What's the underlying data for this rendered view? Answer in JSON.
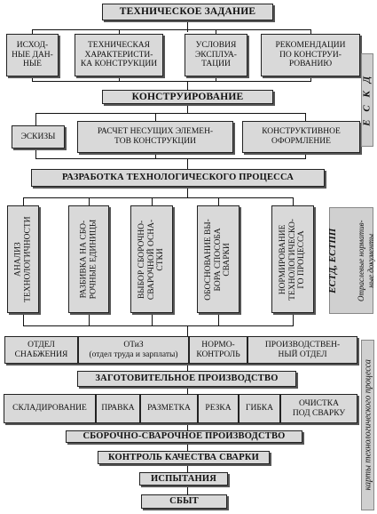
{
  "title": "ТЕХНИЧЕСКОЕ ЗАДАНИЕ",
  "row1": [
    "ИСХОД-\nНЫЕ ДАН-\nНЫЕ",
    "ТЕХНИЧЕСКАЯ\nХАРАКТЕРИСТИ-\nКА КОНСТРУКЦИИ",
    "УСЛОВИЯ\nЭКСПЛУА-\nТАЦИИ",
    "РЕКОМЕНДАЦИИ\nПО КОНСТРУИ-\nРОВАНИЮ"
  ],
  "design": "КОНСТРУИРОВАНИЕ",
  "row2": [
    "ЭСКИЗЫ",
    "РАСЧЕТ НЕСУЩИХ ЭЛЕМЕН-\nТОВ КОНСТРУКЦИИ",
    "КОНСТРУКТИВНОЕ\nОФОРМЛЕНИЕ"
  ],
  "process": "РАЗРАБОТКА ТЕХНОЛОГИЧЕСКОГО ПРОЦЕССА",
  "row3": [
    "АНАЛИЗ\nТЕХНОЛОГИЧНОСТИ",
    "РАЗБИВКА НА СБО-\nРОЧНЫЕ ЕДИНИЦЫ",
    "ВЫБОР СБОРОЧНО-\nСВАРОЧНОЙ ОСНА-\nСТКИ",
    "ОБОСНОВАНИЕ ВЫ-\nБОРА СПОСОБА\nСВАРКИ",
    "НОРМИРОВАНИЕ\nТЕХНОЛОГИЧЕСКО-\nГО ПРОЦЕССА"
  ],
  "row4": [
    "ОТДЕЛ\nСНАБЖЕНИЯ",
    "ОТиЗ\n(отдел труда и зарплаты)",
    "НОРМО-\nКОНТРОЛЬ",
    "ПРОИЗВОДСТВЕН-\nНЫЙ ОТДЕЛ"
  ],
  "procurement": "ЗАГОТОВИТЕЛЬНОЕ ПРОИЗВОДСТВО",
  "row5": [
    "СКЛАДИРОВАНИЕ",
    "ПРАВКА",
    "РАЗМЕТКА",
    "РЕЗКА",
    "ГИБКА",
    "ОЧИСТКА\nПОД СВАРКУ"
  ],
  "assembly": "СБОРОЧНО-СВАРОЧНОЕ ПРОИЗВОДСТВО",
  "quality": "КОНТРОЛЬ КАЧЕСТВА СВАРКИ",
  "testing": "ИСПЫТАНИЯ",
  "sales": "СБЫТ",
  "side": {
    "eskd": "Е С К Д",
    "estd_title": "ЕСТД, ЕСТПП",
    "estd_sub": "Отраслевые норматив-\nные документы",
    "maps": "карты технологического процесса"
  }
}
